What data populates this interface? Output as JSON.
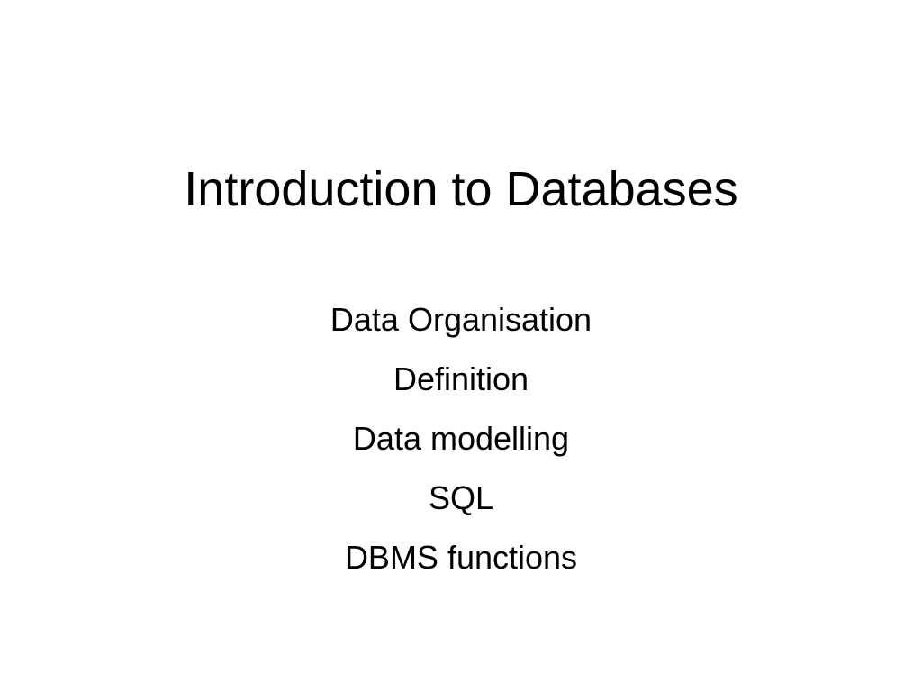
{
  "slide": {
    "title": "Introduction to Databases",
    "subtitle_items": [
      "Data Organisation",
      "Definition",
      "Data modelling",
      "SQL",
      "DBMS functions"
    ]
  }
}
